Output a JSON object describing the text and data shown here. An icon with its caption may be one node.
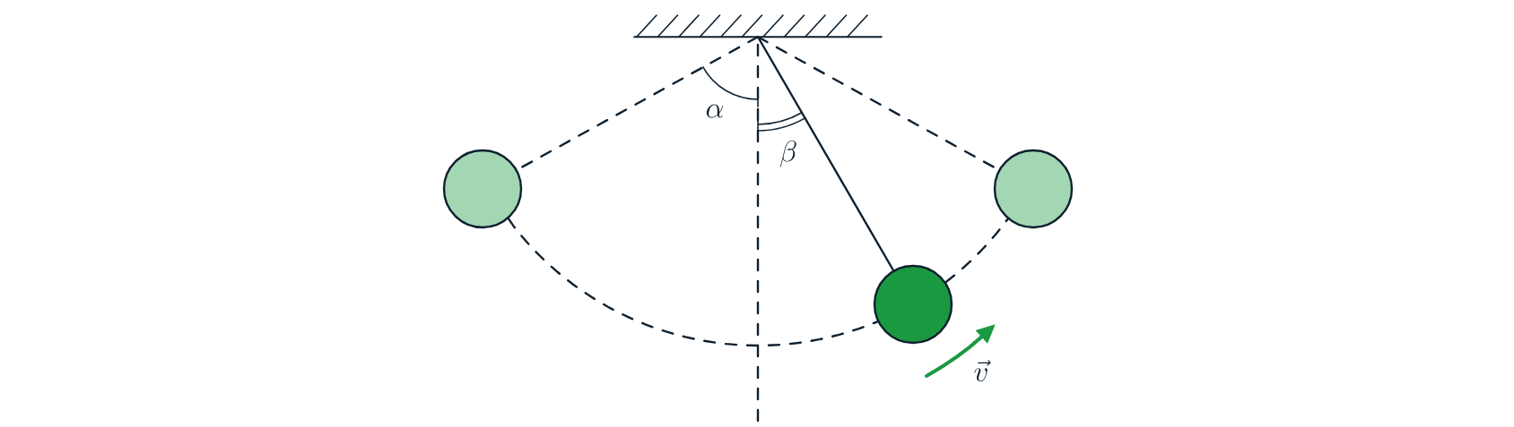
{
  "diagram": {
    "nodes": [
      {
        "text": [],
        "shape": "bar"
      },
      {
        "text": [],
        "shape": "circle"
      },
      {
        "text": [],
        "shape": "circle"
      },
      {
        "text": [],
        "shape": "circle"
      }
    ],
    "edges": [
      {
        "from": 0,
        "to": 1,
        "arrow": "none",
        "style": "dashed"
      },
      {
        "from": 0,
        "to": 2,
        "arrow": "none",
        "style": "dashed"
      },
      {
        "from": 0,
        "to": 3,
        "arrow": "none"
      },
      {
        "from": 1,
        "to": 3,
        "arrow": "none",
        "style": "dashed"
      },
      {
        "from": 3,
        "to": 2,
        "arrow": "none",
        "style": "dashed"
      }
    ],
    "labels": [
      "\\alpha",
      "\\beta",
      "\\vec{v}"
    ]
  }
}
